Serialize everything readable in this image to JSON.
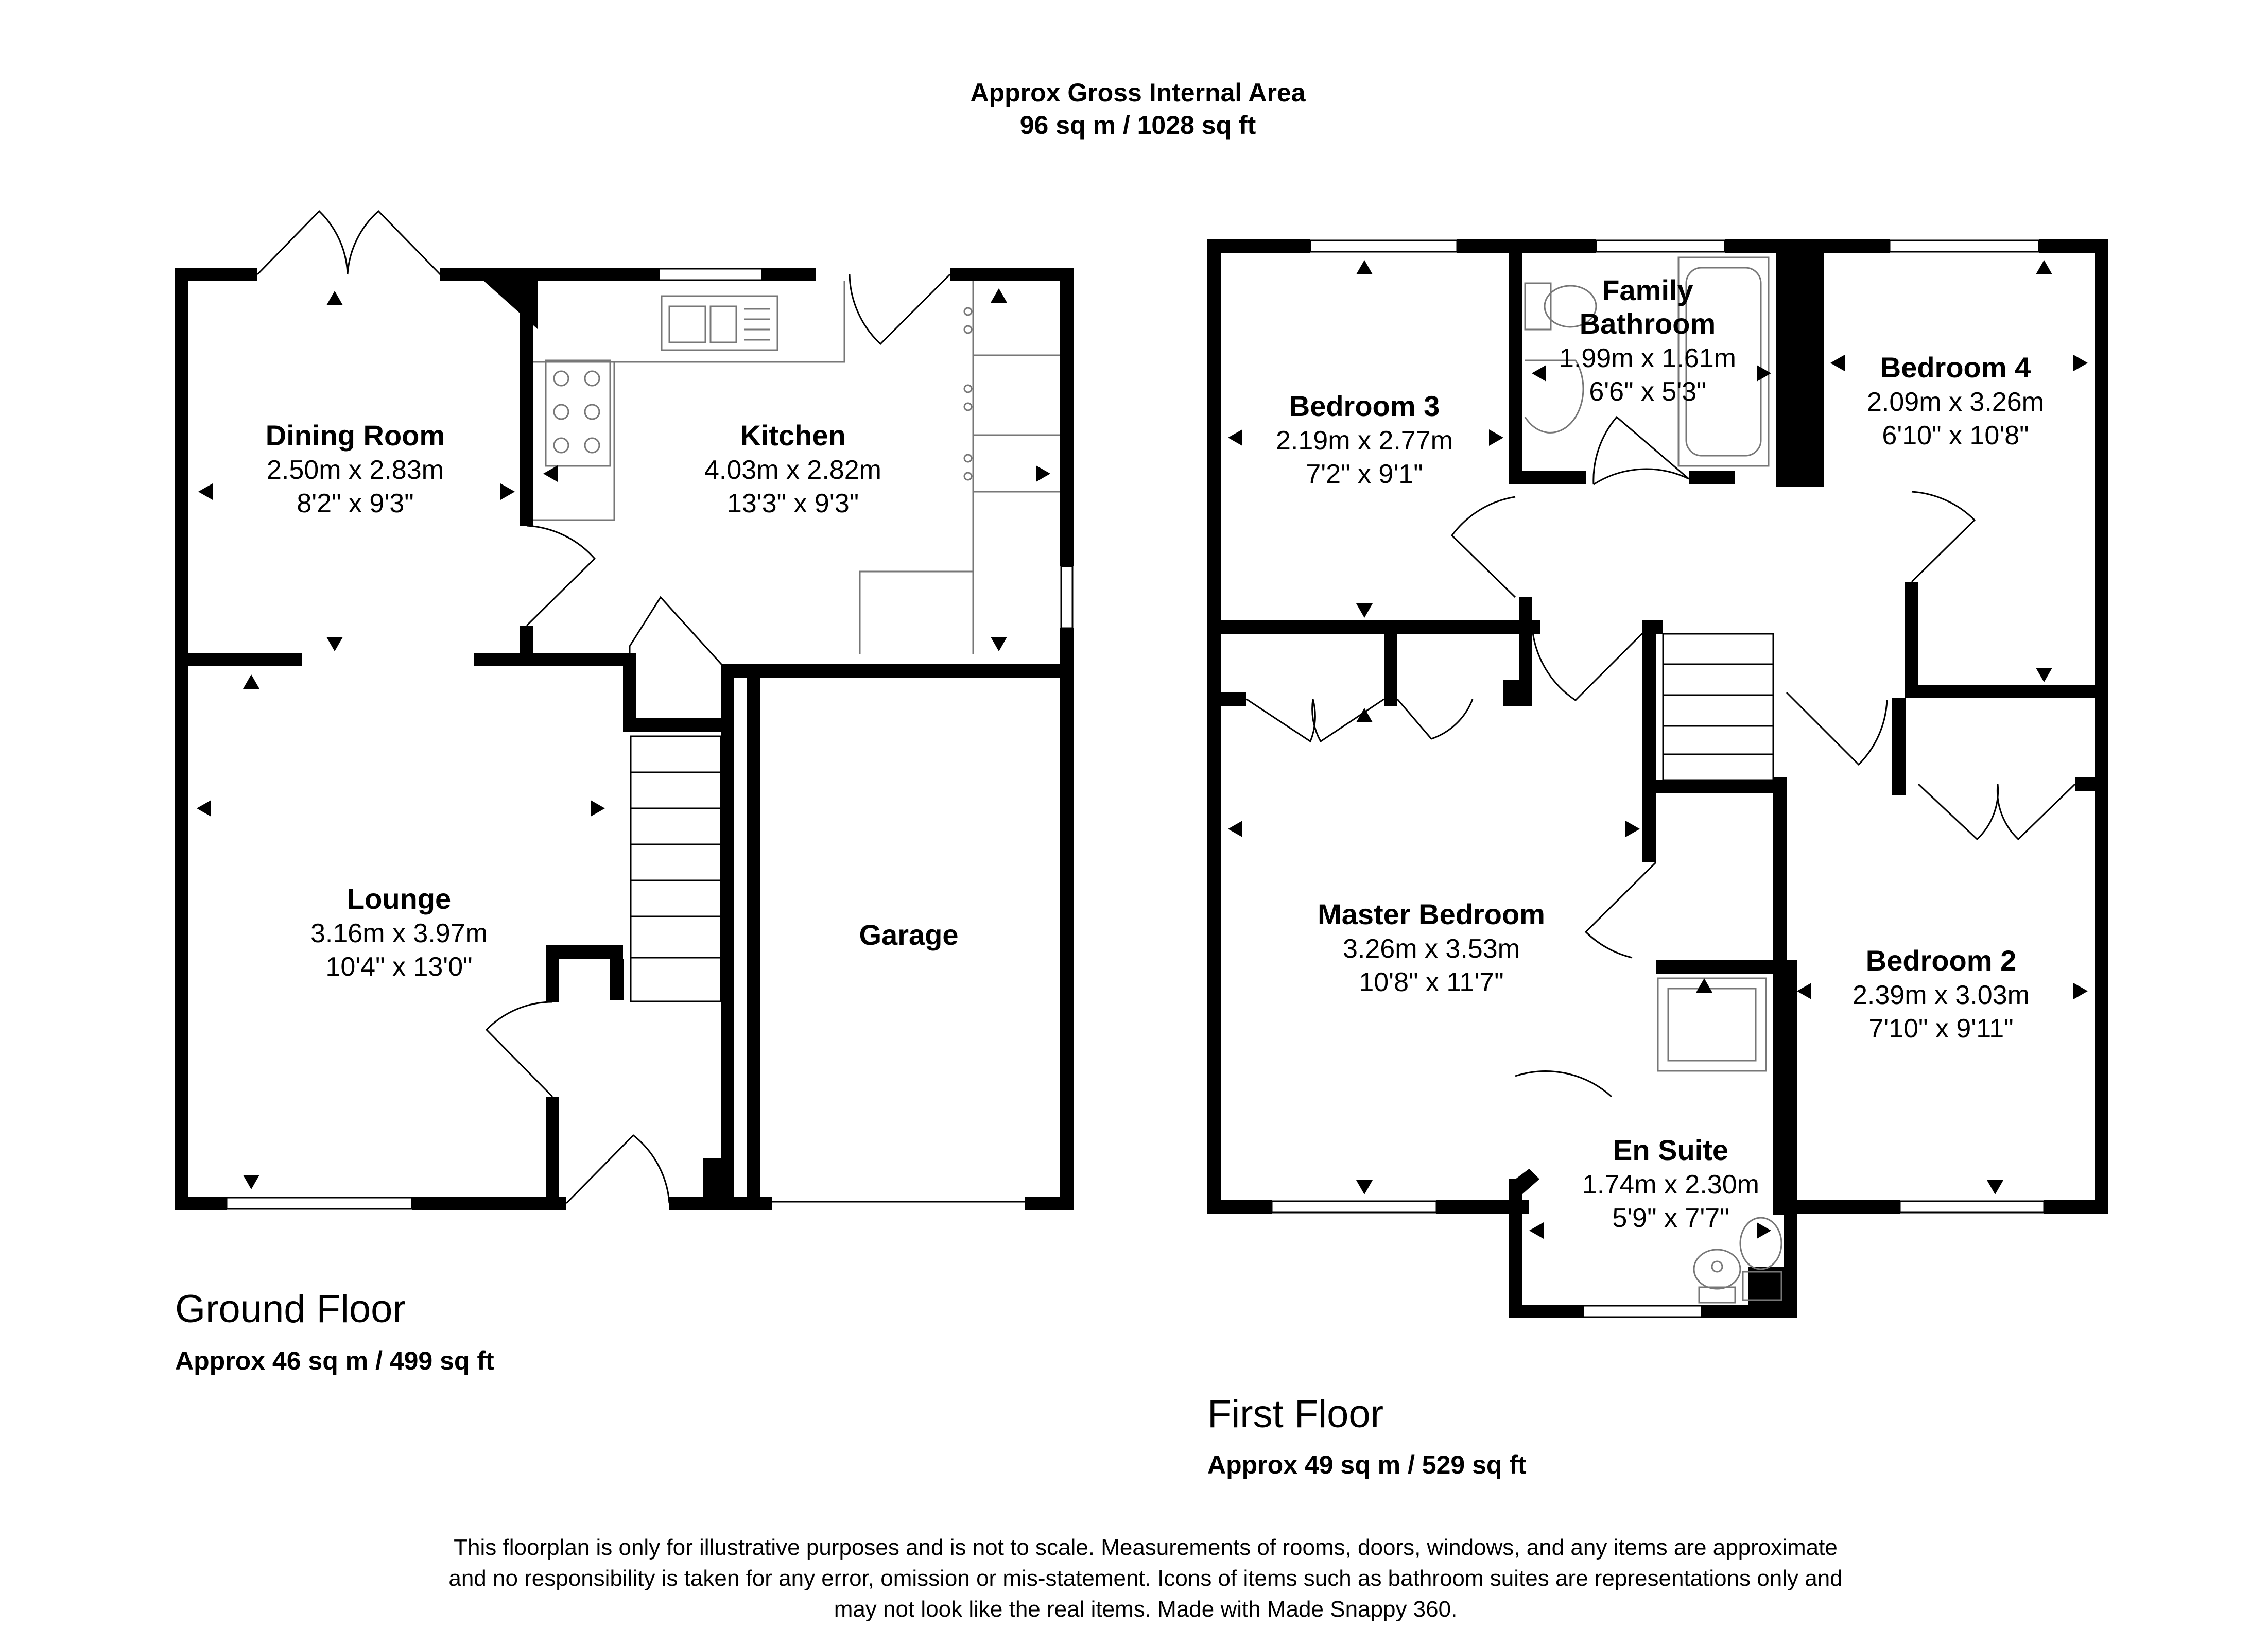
{
  "header": {
    "line1": "Approx Gross Internal Area",
    "line2": "96 sq m / 1028 sq ft"
  },
  "ground_floor": {
    "title": "Ground Floor",
    "area": "Approx 46 sq m / 499 sq ft",
    "rooms": {
      "dining": {
        "name": "Dining Room",
        "metric": "2.50m x 2.83m",
        "imperial": "8'2\" x 9'3\""
      },
      "kitchen": {
        "name": "Kitchen",
        "metric": "4.03m x 2.82m",
        "imperial": "13'3\" x 9'3\""
      },
      "lounge": {
        "name": "Lounge",
        "metric": "3.16m x 3.97m",
        "imperial": "10'4\" x 13'0\""
      },
      "garage": {
        "name": "Garage"
      }
    }
  },
  "first_floor": {
    "title": "First Floor",
    "area": "Approx 49 sq m / 529 sq ft",
    "rooms": {
      "bedroom3": {
        "name": "Bedroom 3",
        "metric": "2.19m x 2.77m",
        "imperial": "7'2\" x 9'1\""
      },
      "bathroom": {
        "name1": "Family",
        "name2": "Bathroom",
        "metric": "1.99m x 1.61m",
        "imperial": "6'6\" x 5'3\""
      },
      "bedroom4": {
        "name": "Bedroom 4",
        "metric": "2.09m x 3.26m",
        "imperial": "6'10\" x 10'8\""
      },
      "master": {
        "name": "Master Bedroom",
        "metric": "3.26m x 3.53m",
        "imperial": "10'8\" x 11'7\""
      },
      "bedroom2": {
        "name": "Bedroom 2",
        "metric": "2.39m x 3.03m",
        "imperial": "7'10\" x 9'11\""
      },
      "ensuite": {
        "name": "En Suite",
        "metric": "1.74m x 2.30m",
        "imperial": "5'9\" x 7'7\""
      }
    }
  },
  "disclaimer": {
    "line1": "This floorplan is only for illustrative purposes and is not to scale. Measurements of rooms, doors, windows, and any items are approximate",
    "line2": "and no responsibility is taken for any error, omission or mis-statement. Icons of items such as bathroom suites are representations only and",
    "line3": "may not look like the real items. Made with Made Snappy 360."
  }
}
